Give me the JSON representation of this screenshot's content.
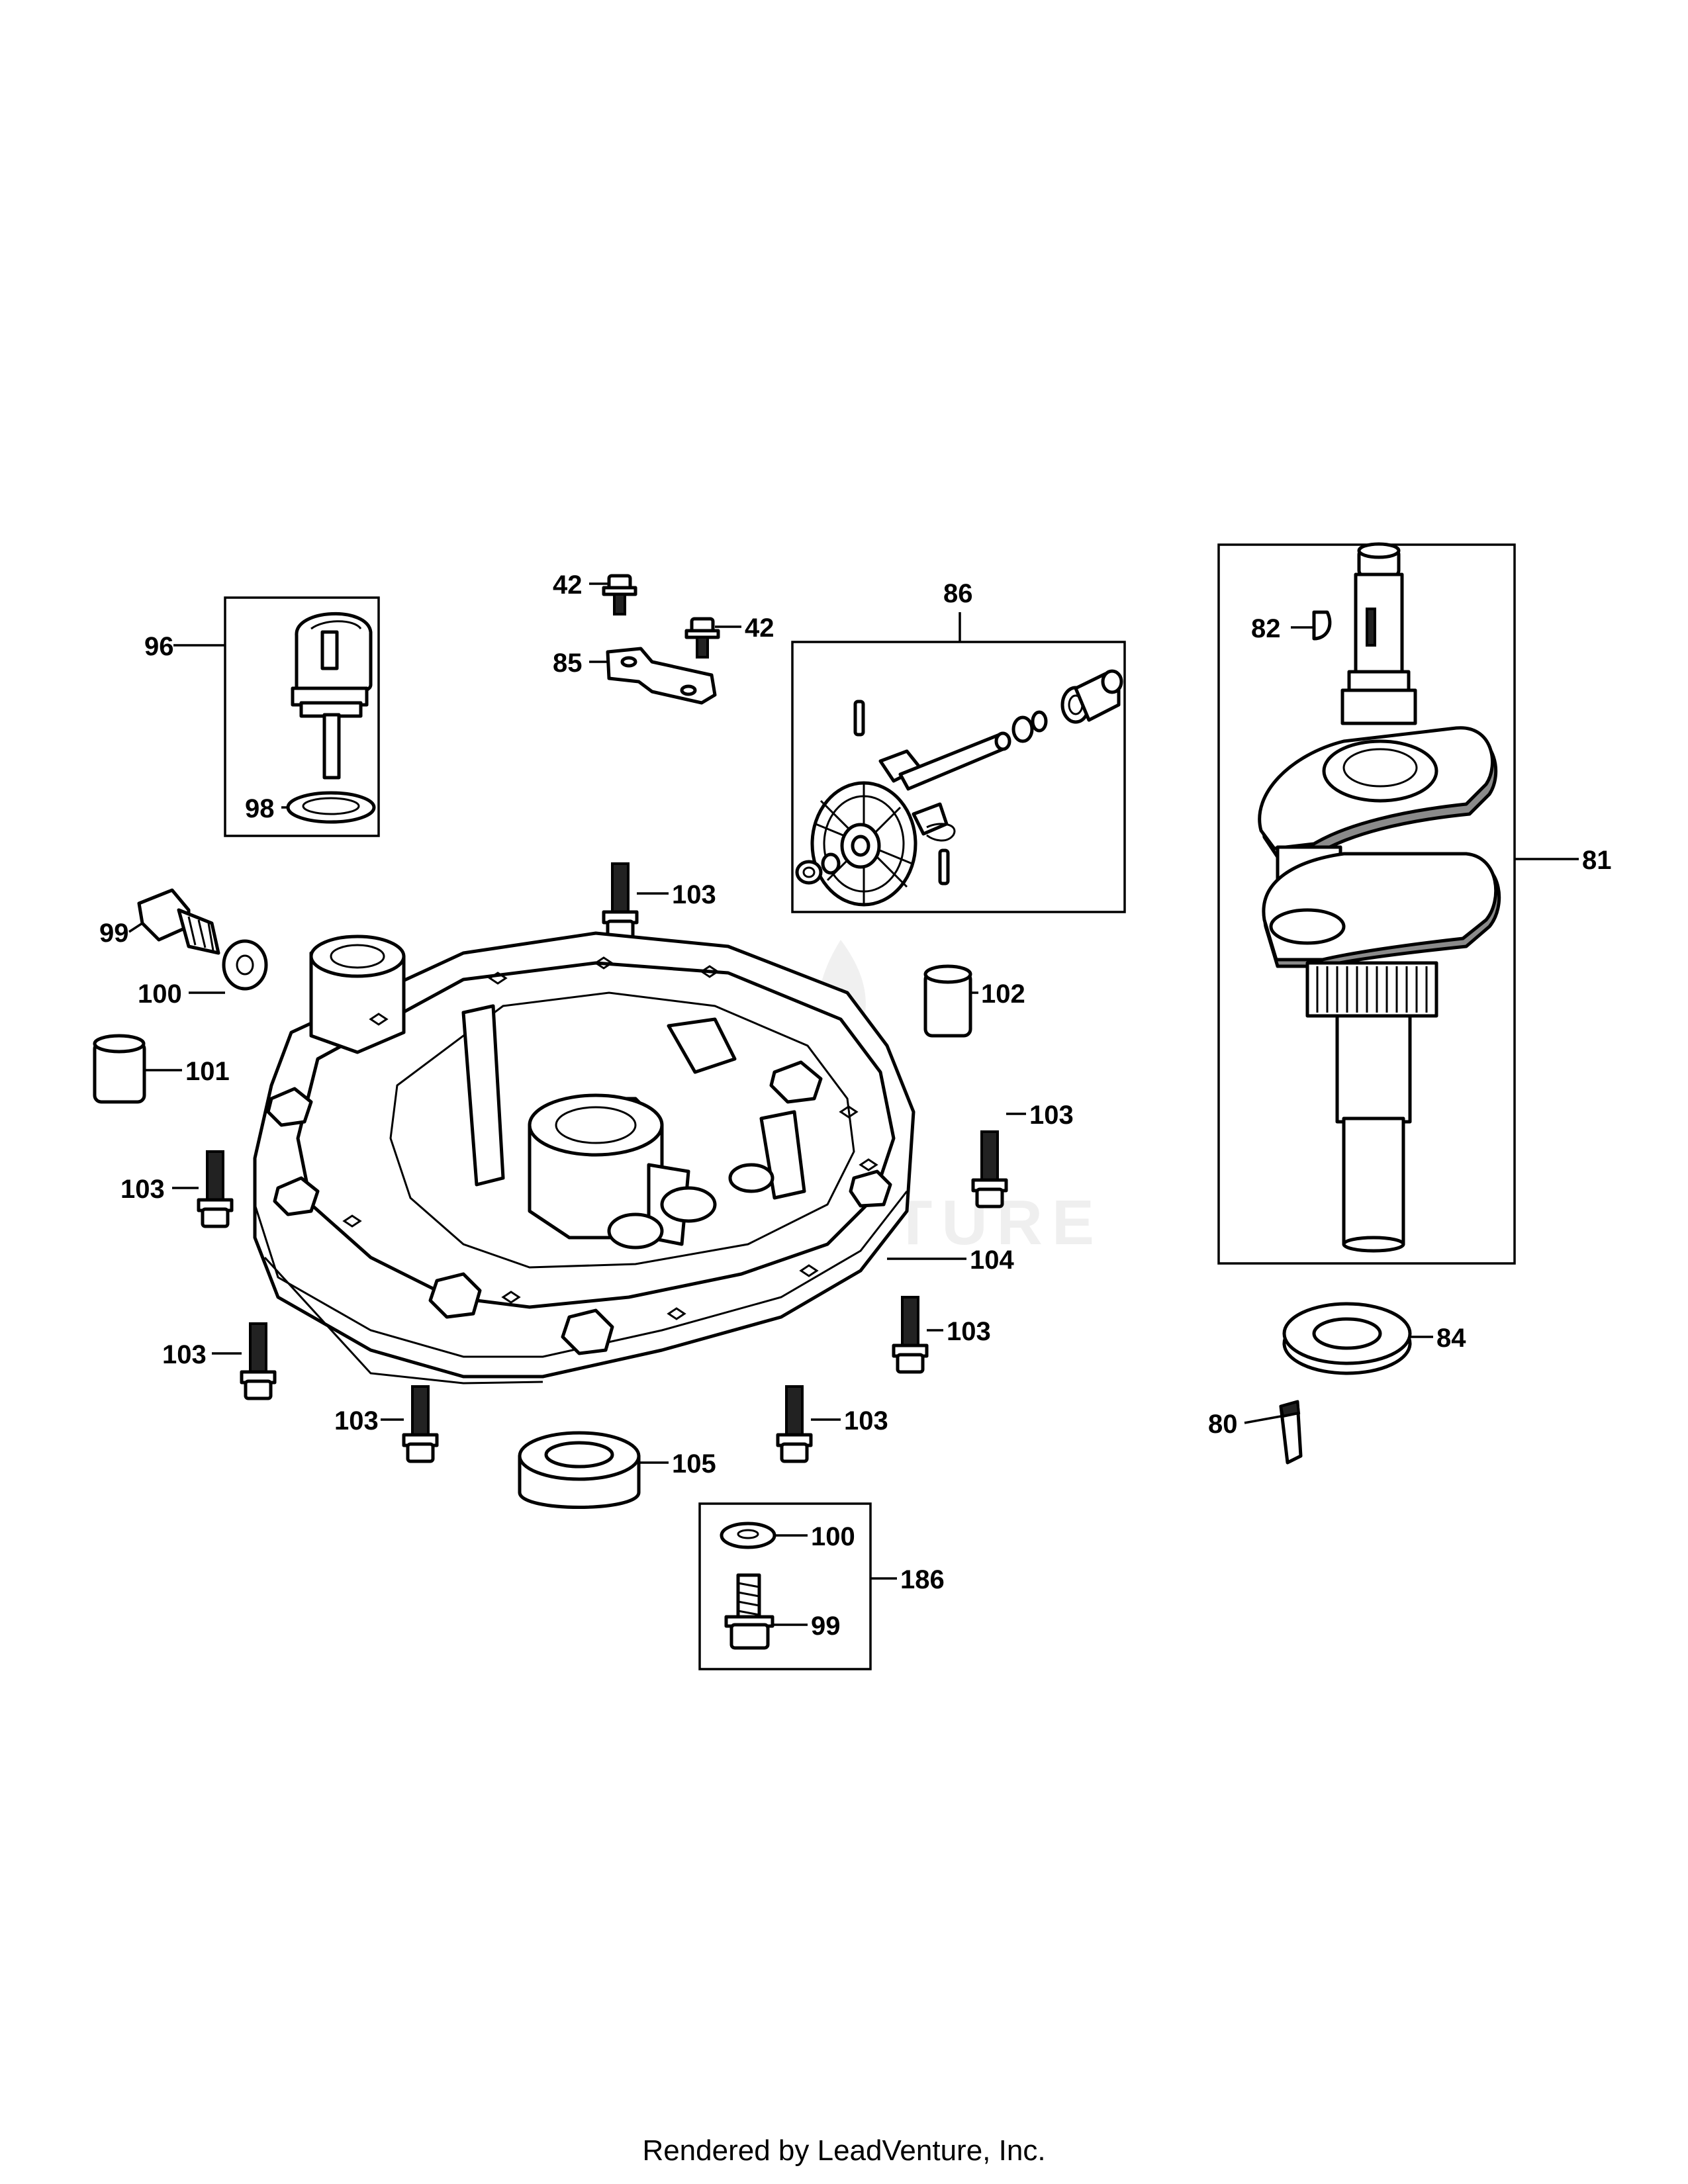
{
  "labels": {
    "l42a": "42",
    "l42b": "42",
    "l85": "85",
    "l86": "86",
    "l96": "96",
    "l98": "98",
    "l99a": "99",
    "l100a": "100",
    "l101": "101",
    "l102": "102",
    "l103a": "103",
    "l103b": "103",
    "l103c": "103",
    "l103d": "103",
    "l103e": "103",
    "l103f": "103",
    "l103g": "103",
    "l104": "104",
    "l105": "105",
    "l100b": "100",
    "l99b": "99",
    "l186": "186",
    "l82": "82",
    "l81": "81",
    "l84": "84",
    "l80": "80"
  },
  "watermark": "LEADVENTURE",
  "footer": "Rendered by LeadVenture, Inc."
}
